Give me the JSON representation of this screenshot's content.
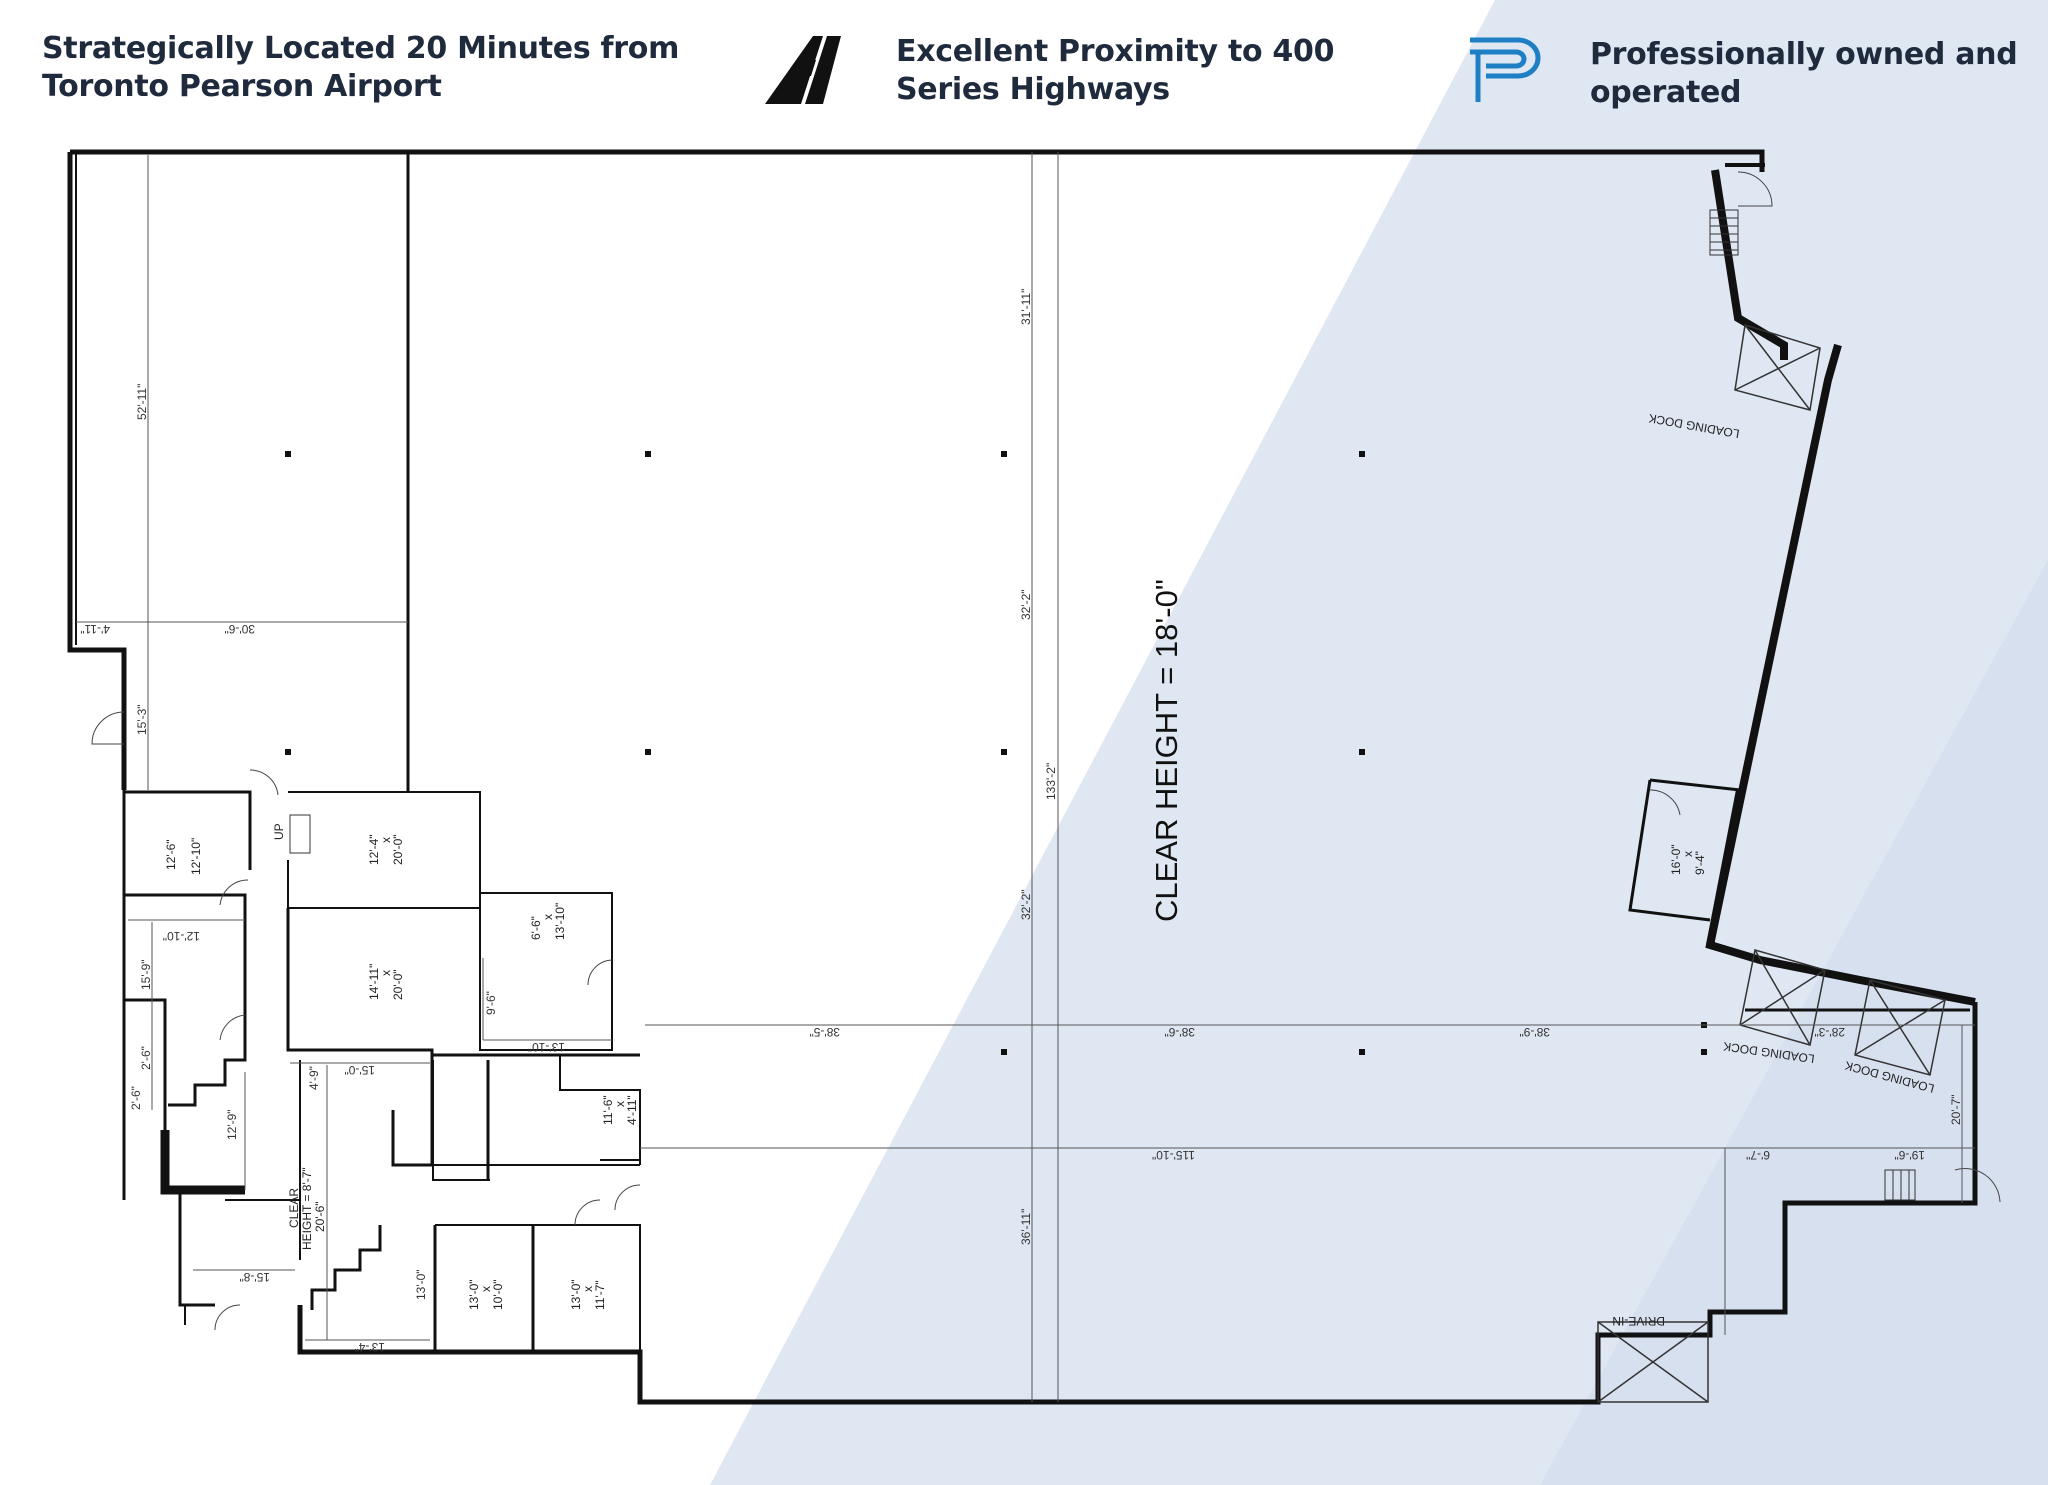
{
  "header": {
    "feature1": {
      "line1": "Strategically Located 20 Minutes from",
      "line2": "Toronto Pearson Airport"
    },
    "feature2": {
      "line1": "Excellent Proximity to 400",
      "line2": "Series Highways",
      "icon": "highway-icon"
    },
    "feature3": {
      "line1": "Professionally owned and",
      "line2": "operated",
      "icon": "logo-p-icon"
    }
  },
  "colors": {
    "text": "#1f2a3c",
    "accent_blue": "#1e7fc4",
    "wall": "#111111",
    "overlay": "#dfe7f3"
  },
  "plan": {
    "clear_height_main": "CLEAR HEIGHT = 18'-0\"",
    "clear_height_office": {
      "line1": "CLEAR",
      "line2": "HEIGHT = 8'-7\"",
      "line3": "20'-6\""
    },
    "labels": {
      "loading_dock": "LOADING DOCK",
      "drive_in": "DRIVE-IN",
      "up": "UP"
    },
    "dims": {
      "d52_11": "52'-11\"",
      "d30_6": "30'-6\"",
      "d4_11": "4'-11\"",
      "d15_3": "15'-3\"",
      "d31_11": "31'-11\"",
      "d32_2a": "32'-2\"",
      "d32_2b": "32'-2\"",
      "d133_2": "133'-2\"",
      "d36_11": "36'-11\"",
      "d38_5": "38'-5\"",
      "d38_6": "38'-6\"",
      "d38_9": "38'-9\"",
      "d28_3": "28'-3\"",
      "d115_10": "115'-10\"",
      "d6_7": "6'-7\"",
      "d19_6": "19'-6\"",
      "d20_7": "20'-7\"",
      "d12_10": "12'-10\"",
      "d15_9": "15'-9\"",
      "d2_6a": "2'-6\"",
      "d2_6b": "2'-6\"",
      "d12_9": "12'-9\"",
      "d15_0": "15'-0\"",
      "d4_9": "4'-9\"",
      "d13_10": "13'-10\"",
      "d9_6": "9'-6\"",
      "d15_8": "15'-8\"",
      "d13_4": "13'-4\"",
      "d13_0": "13'-0\""
    },
    "rooms": {
      "r1": {
        "a": "12'-6\"",
        "b": "12'-10\""
      },
      "r2": {
        "a": "12'-4\"",
        "x": "x",
        "b": "20'-0\""
      },
      "r3": {
        "a": "14'-11\"",
        "x": "x",
        "b": "20'-0\""
      },
      "r4": {
        "a": "6'-6\"",
        "x": "x",
        "b": "13'-10\""
      },
      "r5": {
        "a": "11'-6\"",
        "x": "x",
        "b": "4'-11\""
      },
      "r6": {
        "a": "13'-0\"",
        "x": "x",
        "b": "10'-0\""
      },
      "r7": {
        "a": "13'-0\"",
        "x": "x",
        "b": "11'-7\""
      },
      "r8": {
        "a": "16'-0\"",
        "x": "x",
        "b": "9'-4\""
      }
    }
  }
}
